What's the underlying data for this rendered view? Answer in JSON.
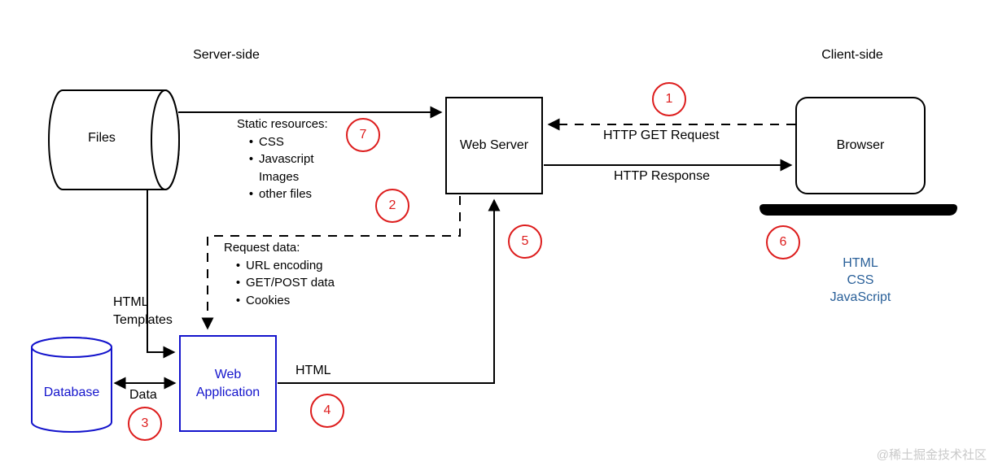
{
  "colors": {
    "accent_red": "#dd1d1d",
    "node_blue": "#1414cc",
    "client_text_blue": "#2a6099",
    "line_black": "#000000",
    "watermark_gray": "#c9c9c9"
  },
  "labels": {
    "server_side": "Server-side",
    "client_side": "Client-side"
  },
  "nodes": {
    "files": "Files",
    "web_server": "Web Server",
    "browser": "Browser",
    "database": "Database",
    "web_application": "Web Application"
  },
  "edge_labels": {
    "http_get_request": "HTTP GET Request",
    "http_response": "HTTP Response",
    "html_templates": "HTML\nTemplates",
    "data": "Data",
    "html": "HTML"
  },
  "static_resources": {
    "title": "Static resources:",
    "items": [
      {
        "bullet": "•",
        "text": "CSS"
      },
      {
        "bullet": "•",
        "text": "Javascript"
      },
      {
        "bullet": "",
        "text": "Images"
      },
      {
        "bullet": "•",
        "text": "other files"
      }
    ]
  },
  "request_data": {
    "title": "Request data:",
    "items": [
      {
        "bullet": "•",
        "text": "URL encoding"
      },
      {
        "bullet": "•",
        "text": "GET/POST data"
      },
      {
        "bullet": "•",
        "text": "Cookies"
      }
    ]
  },
  "browser_renders": [
    "HTML",
    "CSS",
    "JavaScript"
  ],
  "steps": [
    "1",
    "2",
    "3",
    "4",
    "5",
    "6",
    "7"
  ],
  "watermark": "@稀土掘金技术社区"
}
